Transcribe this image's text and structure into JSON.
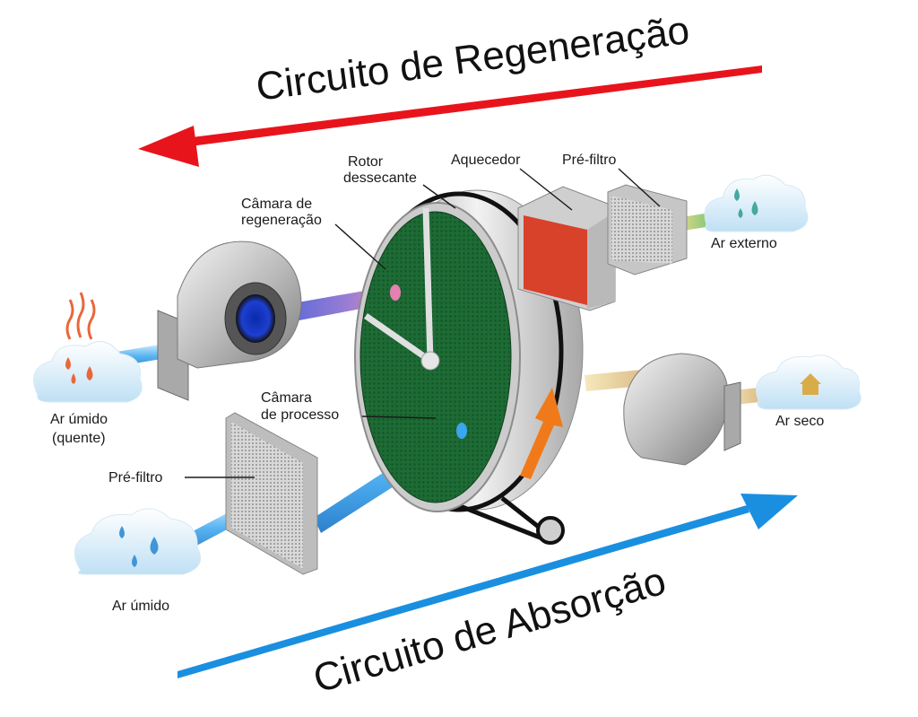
{
  "title_top": "Circuito de Regeneração",
  "title_bottom": "Circuito de Absorção",
  "labels": {
    "rotor_line1": "Rotor",
    "rotor_line2": "dessecante",
    "aquecedor": "Aquecedor",
    "prefiltro_top": "Pré-filtro",
    "ar_externo": "Ar externo",
    "camara_regen_line1": "Câmara de",
    "camara_regen_line2": "regeneração",
    "camara_proc_line1": "Câmara",
    "camara_proc_line2": "de processo",
    "ar_umido_quente_line1": "Ar úmido",
    "ar_umido_quente_line2": "(quente)",
    "ar_seco": "Ar seco",
    "prefiltro_bottom": "Pré-filtro",
    "ar_umido": "Ar úmido"
  },
  "colors": {
    "regeneration_arrow": "#e8141c",
    "absorption_arrow": "#1a8fe0",
    "rotor_face": "#1d6b35",
    "heater": "#d8412a",
    "rotation_arrow": "#f07a1a"
  },
  "icons": {
    "steam": "steam-icon",
    "drops": "water-drops-icon",
    "house": "house-icon"
  }
}
